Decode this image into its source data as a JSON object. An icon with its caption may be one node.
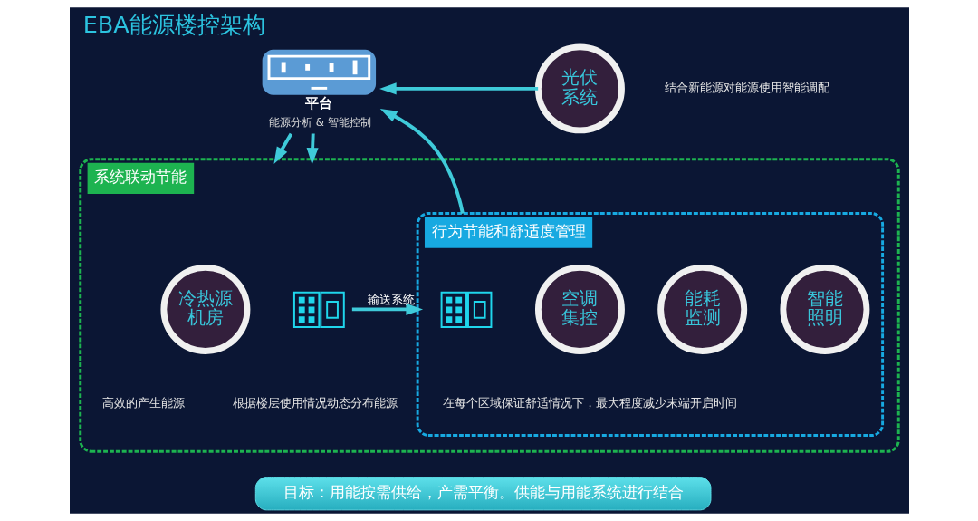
{
  "diagram": {
    "title": "EBA能源楼控架构",
    "nodes": [
      {
        "text": [
          "平台",
          "能源分析 & 智能控制"
        ]
      },
      {
        "text": [
          "光伏系统"
        ],
        "beside": [
          "结合新能源对能源使用智能调配"
        ]
      },
      {
        "text": [
          "系统联动节能"
        ]
      },
      {
        "text": [
          "冷热源机房"
        ],
        "in": 2,
        "beside": [
          "高效的产生能源"
        ]
      },
      {
        "text": [],
        "shape": "picture",
        "in": 2
      },
      {
        "text": [
          "行为节能和舒适度管理"
        ],
        "in": 2,
        "beside": [
          "在每个区域保证舒适情况下，最大程度减少末端开启时间"
        ]
      },
      {
        "text": [],
        "shape": "picture",
        "in": 5
      },
      {
        "text": [
          "空调集控"
        ],
        "in": 5
      },
      {
        "text": [
          "能耗监测"
        ],
        "in": 5
      },
      {
        "text": [
          "智能照明"
        ],
        "in": 5
      },
      {
        "text": [
          "目标：用能按需供给，产需平衡。供能与用能系统进行结合"
        ]
      }
    ],
    "edges": [
      {
        "from": 1,
        "to": 0,
        "arrow": "to"
      },
      {
        "from": 5,
        "to": 0,
        "arrow": "to"
      },
      {
        "from": 0,
        "to": 2,
        "arrow": "to"
      },
      {
        "from": 0,
        "to": 2,
        "arrow": "to"
      },
      {
        "from": 4,
        "to": 5,
        "arrow": "to",
        "label": "输送系统"
      }
    ],
    "labels": [
      "根据楼层使用情况动态分布能源"
    ]
  }
}
